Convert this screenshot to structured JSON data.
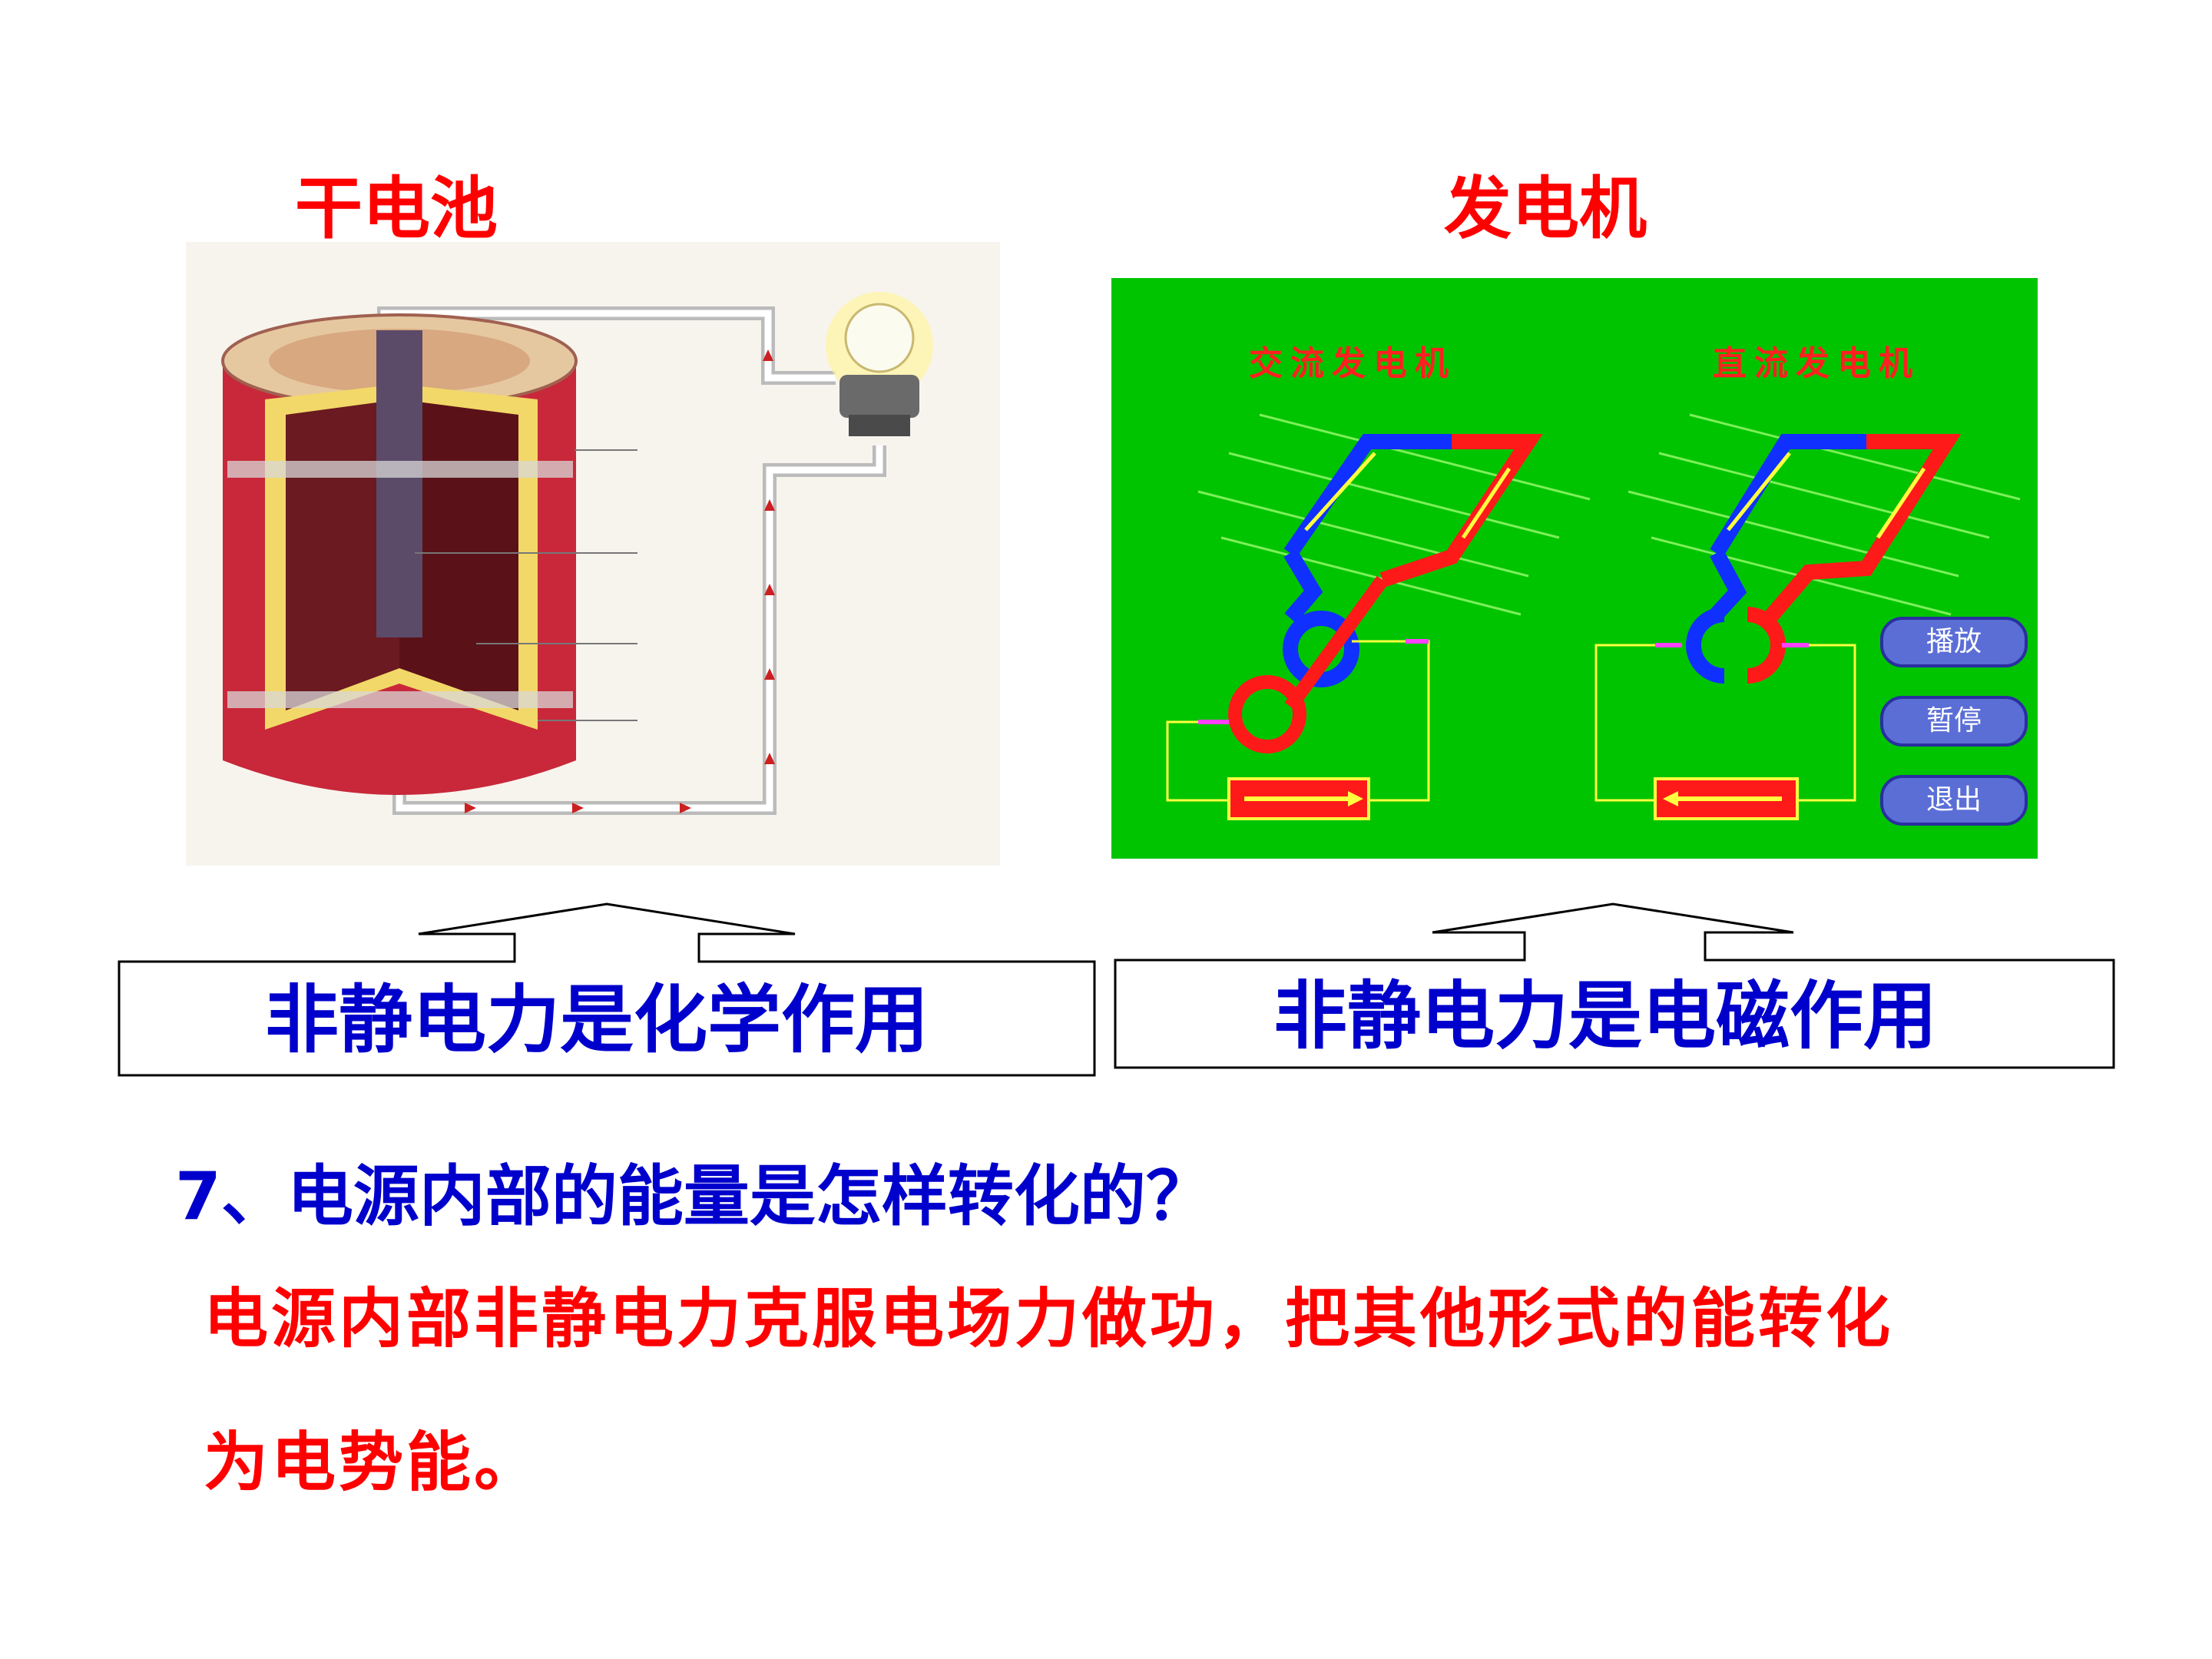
{
  "battery": {
    "title": "干电池",
    "callout": "非静电力是化学作用"
  },
  "generator": {
    "title": "发电机",
    "callout": "非静电力是电磁作用",
    "ac_label": "交流发电机",
    "dc_label": "直流发电机",
    "buttons": {
      "play": "播放",
      "pause": "暂停",
      "exit": "退出"
    }
  },
  "question": {
    "text": "7、电源内部的能量是怎样转化的？",
    "answer_line1": "电源内部非静电力克服电场力做功，把其他形式的能转化",
    "answer_line2": "为电势能。"
  },
  "colors": {
    "title_red": "#ff0000",
    "callout_blue": "#0000cc",
    "generator_bg": "#00c400",
    "button_fill": "#5b6ed6"
  }
}
